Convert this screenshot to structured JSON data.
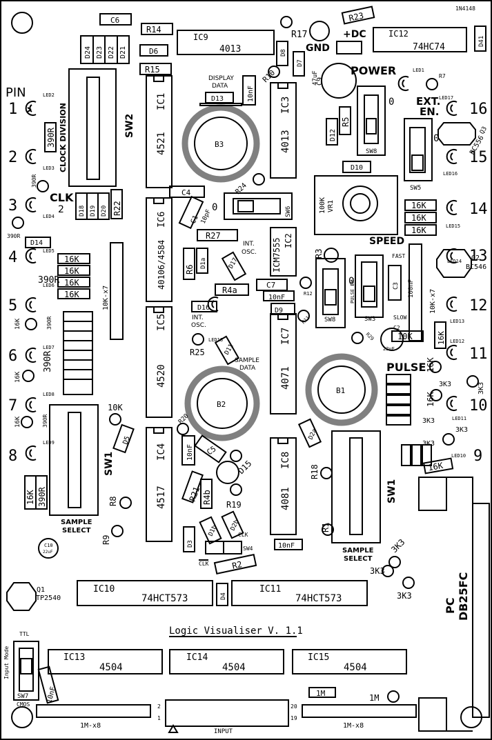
{
  "title": "Logic Visualiser V. 1.1",
  "pin_heading": "PIN",
  "power_label": "POWER",
  "dc_label": "+DC",
  "gnd_label": "GND",
  "speed_label": "SPEED",
  "pulse_label": "PULSE",
  "ext_en_label_1": "EXT.",
  "ext_en_label_2": "EN.",
  "clk_label": "CLK",
  "clk_div": "2",
  "clock_division": "CLOCK DIVISION",
  "display_data": [
    "DISPLAY",
    "DATA"
  ],
  "sample_data": [
    "SAMPLE",
    "DATA"
  ],
  "int_osc": [
    "INT.",
    "OSC."
  ],
  "sample_select": [
    "SAMPLE",
    "SELECT"
  ],
  "input_label": "INPUT",
  "pc_label": "PC",
  "ttl_label": "TTL",
  "cmos_label": "CMOS",
  "input_mode_label": "Input Mode",
  "fast_label": "FAST",
  "slow_label": "SLOW",
  "pulse_en_label": "PULSE EN.",
  "diode_top": "1N4148",
  "pins_left": [
    "1",
    "2",
    "3",
    "4",
    "5",
    "6",
    "7",
    "8"
  ],
  "pins_right": [
    "16",
    "15",
    "14",
    "13",
    "12",
    "11",
    "10",
    "9"
  ],
  "ics": {
    "ic1": [
      "IC1",
      "4521"
    ],
    "ic3": [
      "IC3",
      "4013"
    ],
    "ic4": [
      "IC4",
      "4517"
    ],
    "ic5": [
      "IC5",
      "4520"
    ],
    "ic6": [
      "IC6",
      "40106/4584"
    ],
    "ic7": [
      "IC7",
      "4071"
    ],
    "ic8": [
      "IC8",
      "4081"
    ],
    "ic2": [
      "IC2",
      "ICM7555"
    ],
    "ic9": [
      "IC9",
      "4013"
    ],
    "ic12": [
      "IC12",
      "74HC74"
    ],
    "ic10": [
      "IC10",
      "74HCT573"
    ],
    "ic11": [
      "IC11",
      "74HCT573"
    ],
    "ic13": [
      "IC13",
      "4504"
    ],
    "ic14": [
      "IC14",
      "4504"
    ],
    "ic15": [
      "IC15",
      "4504"
    ]
  },
  "buzzers": [
    "B1",
    "B2",
    "B3"
  ],
  "switches": [
    "SW1",
    "SW1",
    "SW2",
    "SW3",
    "SW4",
    "SW5",
    "SW6",
    "SW7",
    "SW8",
    "SW8"
  ],
  "parts": {
    "c6": "C6",
    "r14": "R14",
    "r15": "R15",
    "d6": "D6",
    "d8": "D8",
    "d7": "D7",
    "r17": "R17",
    "r23": "R23",
    "d41": "D41",
    "c9": "C9",
    "c9v": "47uF",
    "r10": "R10",
    "c10nf": "10nF",
    "d13": "D13",
    "r24": "R24",
    "c4": "C4",
    "c1": "C1",
    "c1v": "10pF",
    "r27": "R27",
    "r6": "R6",
    "d1a": "D1a",
    "d17": "D17",
    "r4a": "R4a",
    "d16": "D16",
    "r25": "R25",
    "d11": "D11",
    "c7": "C7",
    "r12": "R12",
    "r11": "R11",
    "d9": "D9",
    "r3": "R3",
    "c3": "C3",
    "c3v": "100nF",
    "c2": "C2",
    "c2v": "22uF",
    "r29": "R29",
    "d12": "D12",
    "r5": "R5",
    "d10": "D10",
    "vr1": "VR1",
    "vr1v": "100K",
    "q3": "Q3",
    "q3v": "BC556",
    "q2": "Q2",
    "q2v": "BC546",
    "r22": "R22",
    "d18": "D18",
    "d19": "D19",
    "d20": "D20",
    "d14": "D14",
    "d24": "D24",
    "d23": "D23",
    "d22": "D22",
    "d21": "D21",
    "r20": "R20",
    "d5": "D5",
    "c5": "C5",
    "d15": "D15",
    "r21": "R21",
    "r4b": "R4b",
    "r19": "R19",
    "d3": "D3",
    "d1b": "D1b",
    "d2b": "D2b",
    "r2": "R2",
    "d2a": "D2a",
    "r18": "R18",
    "r1": "R1",
    "r8": "R8",
    "r9": "R9",
    "c10": "C10",
    "q1": "Q1",
    "q1v": "TP2540",
    "d4": "D4",
    "res16k": "16K",
    "res390": "390R",
    "res10k": "10K",
    "res3k3": "3K3",
    "res1m": "1M",
    "res1mx8": "1M-x8",
    "res10kx7": "10K-x7",
    "db25": "DB25FC",
    "led1": "LED1",
    "r7": "R7",
    "led17": "LED17",
    "led16": "LED16",
    "led15": "LED15",
    "led14": "LED14",
    "led13": "LED13",
    "led12": "LED12",
    "led11": "LED11",
    "led10": "LED10",
    "led18": "LED18",
    "led2": "LED2",
    "led3": "LED3",
    "led4": "LED4",
    "led5": "LED5",
    "led6": "LED6",
    "led7": "LED7",
    "led8": "LED8",
    "led9": "LED9",
    "zero": "0",
    "one": "I",
    "n2": "2",
    "n1": "1",
    "n20": "20",
    "n19": "19"
  },
  "colors": {
    "ink": "#000000",
    "buzzer_ring": "#808080",
    "background": "#ffffff"
  }
}
